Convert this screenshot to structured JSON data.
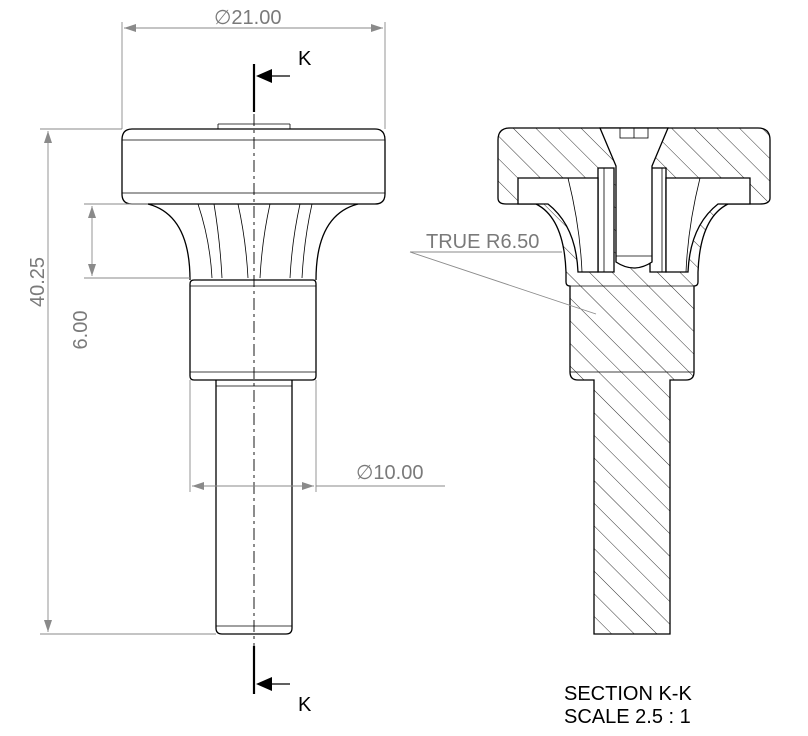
{
  "dimensions": {
    "head_diameter": "21.00",
    "overall_height": "40.25",
    "collar_height": "6.00",
    "shaft_diameter": "10.00",
    "fillet_note": "TRUE R6.50"
  },
  "symbols": {
    "diameter": "∅"
  },
  "section": {
    "cut_label_top": "K",
    "cut_label_bottom": "K",
    "title_line1": "SECTION K-K",
    "title_line2": "SCALE 2.5 : 1"
  },
  "colors": {
    "line": "#000000",
    "dimension": "#8a8a8a"
  }
}
